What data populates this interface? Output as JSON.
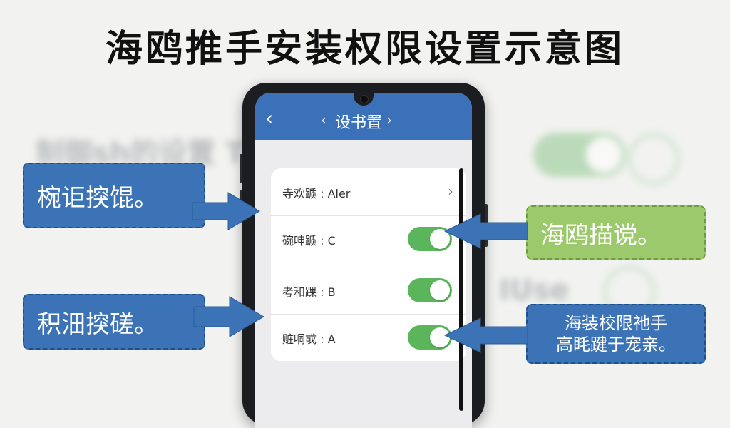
{
  "title": "海鸥推手安装权限设置示意图",
  "background_ghost": {
    "text_1": "制御sh的设置 T",
    "text_2": "IUse"
  },
  "phone": {
    "header": {
      "back_icon": "chevron-left-icon",
      "nav_left": "‹",
      "title": "设书置",
      "nav_right": "›"
    },
    "settings": [
      {
        "label": "寺欢踬 : Aler",
        "control": "chevron"
      },
      {
        "label": "碗呻踬 : C",
        "control": "toggle",
        "on": true
      },
      {
        "label": "考和踝 : B",
        "control": "toggle",
        "on": true
      },
      {
        "label": "赃哃戓 : A",
        "control": "toggle",
        "on": true
      }
    ],
    "chevron_glyph": "›"
  },
  "callouts": {
    "left_1": "椀讵揬馄。",
    "left_2": "积沺揬磋。",
    "right_1": "海鸥描谠。",
    "right_2_line1": "海装校限祂手",
    "right_2_line2": "高眊踺于宠亲。"
  },
  "colors": {
    "header_blue": "#3a71b8",
    "callout_blue": "#3b73b6",
    "callout_green": "#9cc96b",
    "toggle_green": "#5ab55b",
    "arrow_blue": "#3b73b6"
  }
}
